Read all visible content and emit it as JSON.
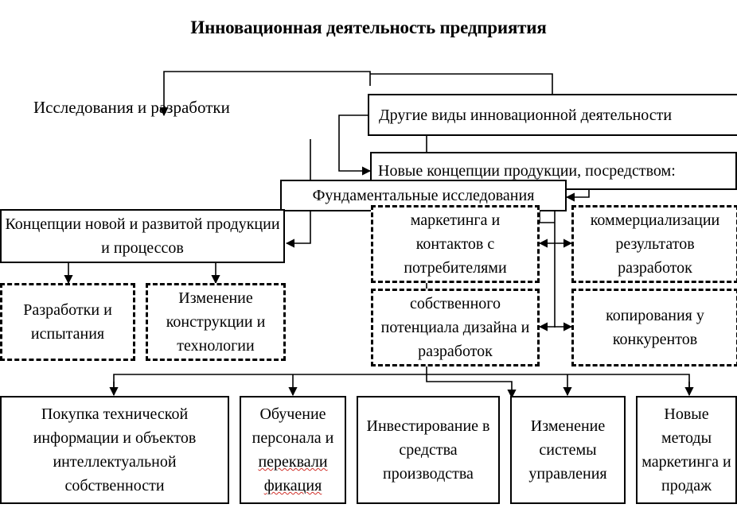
{
  "title": "Инновационная деятельность предприятия",
  "research_label": "Исследования и разработки",
  "other_activities": "Другие виды инновационной деятельности",
  "new_concepts": "Новые концепции продукции, посредством:",
  "fundamental_research": "Фундаментальные исследования",
  "concepts_new_products": "Концепции новой и развитой продукции и процессов",
  "development_testing": "Разработки и испытания",
  "design_change": "Изменение конструкции и технологии",
  "marketing_contacts": "маркетинга и контактов с потребителями",
  "commercialization": "коммерциализации результатов разработок",
  "own_design_potential": "собственного потенциала дизайна и разработок",
  "copying_competitors": "копирования у конкурентов",
  "bottom": {
    "purchase": "Покупка технической информации и объектов интеллектуальной собственности",
    "training_line1": "Обучение",
    "training_line2": "персонала и",
    "training_line3": "переквали",
    "training_line4": "фикация",
    "investment": "Инвестирование в средства производства",
    "management_change": "Изменение системы управления",
    "new_marketing": "Новые методы маркетинга и продаж"
  }
}
